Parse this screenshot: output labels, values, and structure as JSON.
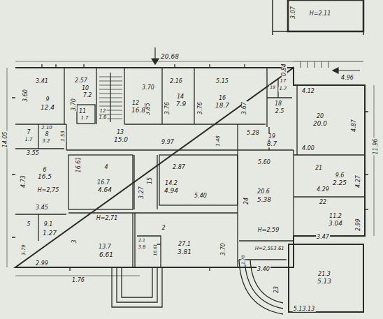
{
  "diagram": {
    "labels": [
      "20.68",
      "0.84",
      "4.96",
      "3.07",
      "H=2.11",
      "14.05",
      "11.96",
      "3.41",
      "3.60",
      "9",
      "12.4",
      "2.57",
      "10",
      "7.2",
      "3.70",
      "11",
      "1.7",
      "12",
      "1.6",
      "3.70",
      "3.85",
      "12",
      "16.8",
      "2.16",
      "14",
      "7.9",
      "3.76",
      "5.15",
      "3.76",
      "16",
      "18.7",
      "3.67",
      "19",
      "17",
      "1.7",
      "18",
      "2.5",
      "4.12",
      "20",
      "20.0",
      "4.87",
      "4.00",
      "7",
      "1.7",
      "2.10",
      "8",
      "3.2",
      "1.53",
      "13",
      "15.0",
      "9.97",
      "1.48",
      "5.28",
      "19",
      "8.7",
      "3.55",
      "4.73",
      "6",
      "16.5",
      "H=2,75",
      "3.45",
      "16.61",
      "4",
      "16.7",
      "4.64",
      "H=2,71",
      "2.87",
      "15",
      "14.2",
      "4.94",
      "5.40",
      "3.27",
      "5.60",
      "24",
      "20.6",
      "5.38",
      "H=2,59",
      "21",
      "9.6",
      "2.25",
      "4.27",
      "4.29",
      "22",
      "11.2",
      "3.04",
      "2.99",
      "3.47",
      "5",
      "9.1",
      "1.27",
      "3.79",
      "2.99",
      "3",
      "13.7",
      "6.61",
      "2",
      "27.1",
      "3.81",
      "3.70",
      "2.1",
      "3.8",
      "16.61",
      "1.76",
      "H=2,59",
      "3.61",
      "2.78",
      "3.40",
      "23",
      "21.3",
      "5.13",
      "5.13.13"
    ]
  }
}
